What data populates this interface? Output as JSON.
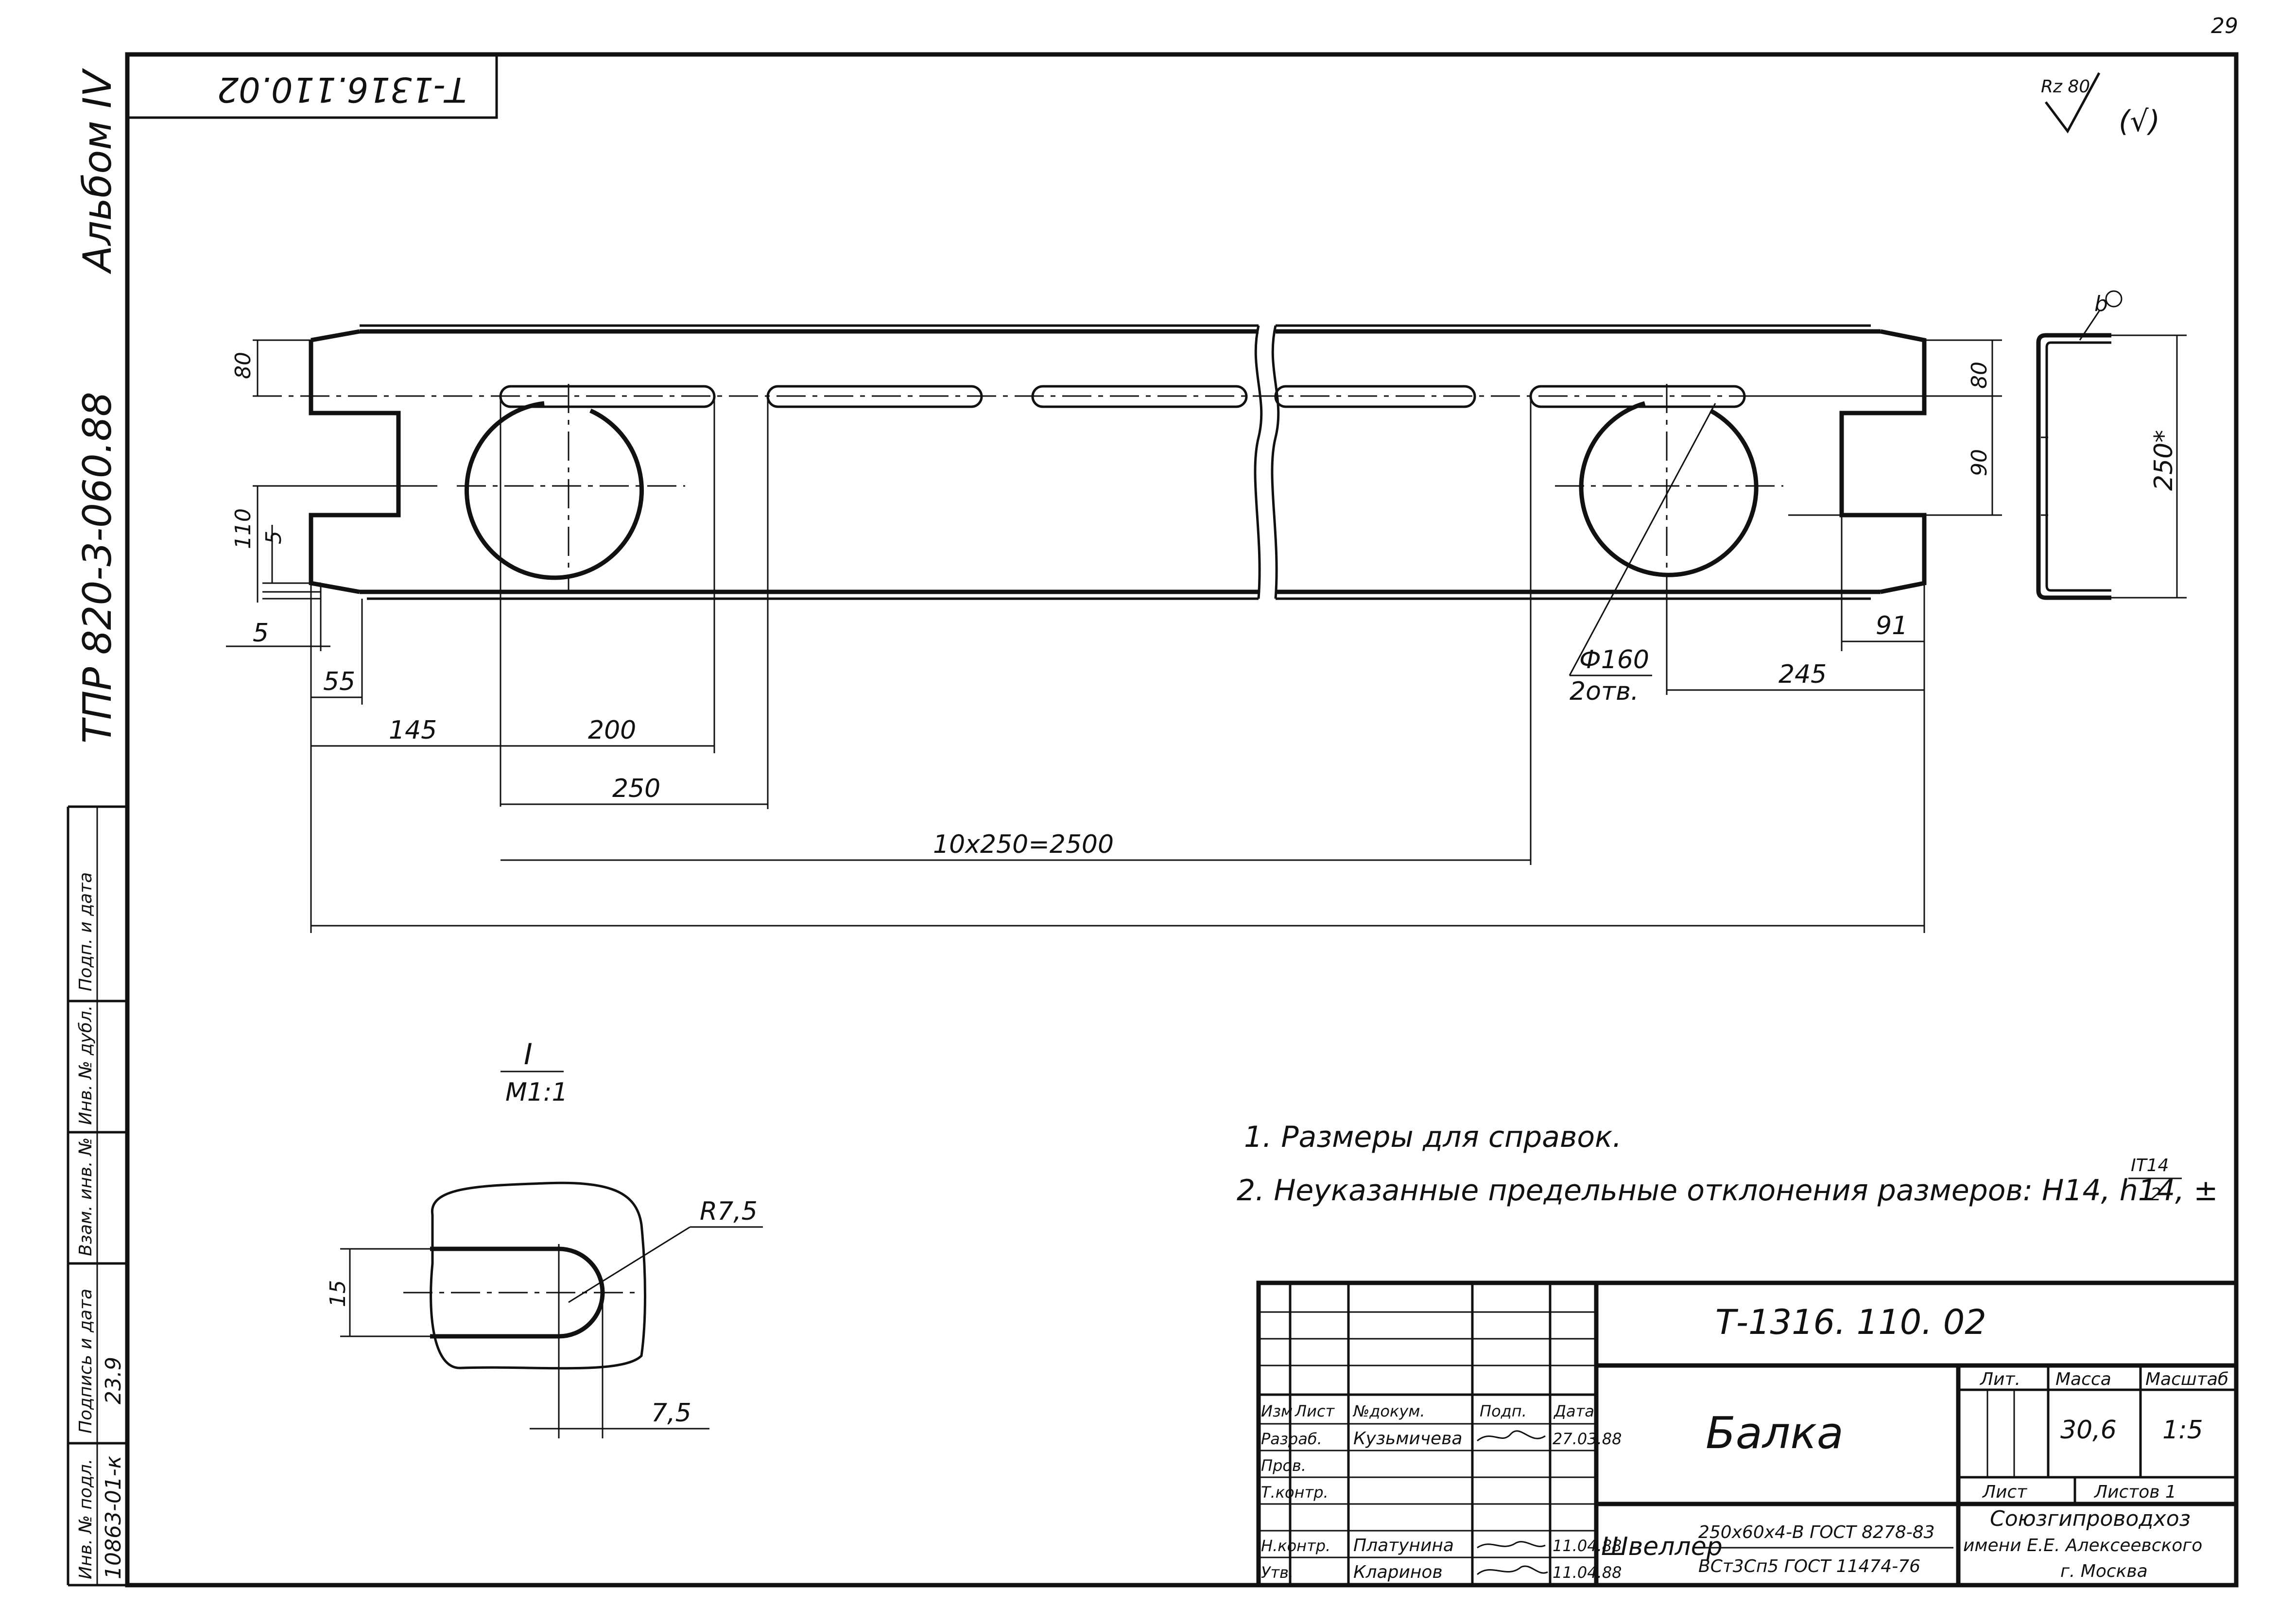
{
  "page_number": "29",
  "side": {
    "album": "Альбом IV",
    "series": "ТПР 820-3-060.88"
  },
  "top_code": "Т-1316.110.02",
  "roughness": {
    "main": "Rz 80",
    "other": "(√)"
  },
  "dimensions": {
    "d80_left": "80",
    "d110": "110",
    "d5_v": "5",
    "d5_h": "5",
    "d55": "55",
    "d145": "145",
    "d200": "200",
    "d250": "250",
    "d2500": "10x250=2500",
    "d80_right": "80",
    "d90": "90",
    "d91": "91",
    "d245": "245",
    "hole_dia": "Ф160",
    "hole_count": "2отв.",
    "d250_section": "250*",
    "b_mark": "b"
  },
  "detail": {
    "label": "I",
    "scale": "М1:1",
    "radius": "R7,5",
    "d15": "15",
    "d75": "7,5"
  },
  "notes": [
    "1. Размеры для справок.",
    "2. Неуказанные предельные отклонения размеров: Н14, h14, ±"
  ],
  "notes_fraction": {
    "num": "IT14",
    "den": "2"
  },
  "stamp": {
    "code": "Т-1316. 110. 02",
    "name": "Балка",
    "material_label": "Швеллер",
    "material_top": "250х60х4-В ГОСТ 8278-83",
    "material_bottom": "ВСт3Сп5 ГОСТ 11474-76",
    "head": [
      "Изм",
      "Лист",
      "№докум.",
      "Подп.",
      "Дата"
    ],
    "roles": [
      "Разраб.",
      "Пров.",
      "Т.контр.",
      "Н.контр.",
      "Утв."
    ],
    "persons": [
      "Кузьмичева",
      "Платунина",
      "Кларинов"
    ],
    "dates": [
      "27.03.88",
      "11.04.88",
      "11.04.88"
    ],
    "lit_label": "Лит.",
    "mass_label": "Масса",
    "scale_label": "Масштаб",
    "mass": "30,6",
    "scale": "1:5",
    "sheet_label": "Лист",
    "sheets_label": "Листов 1",
    "org": [
      "Союзгипроводхоз",
      "имени Е.Е. Алексеевского",
      "г. Москва"
    ]
  },
  "left_strip": {
    "labels": [
      "Подп. и дата",
      "Инв. № дубл.",
      "Взам. инв. №",
      "Подпись и дата",
      "Инв. № подл."
    ],
    "inv_value": "10863-01-к",
    "sign_value": "23.9"
  }
}
